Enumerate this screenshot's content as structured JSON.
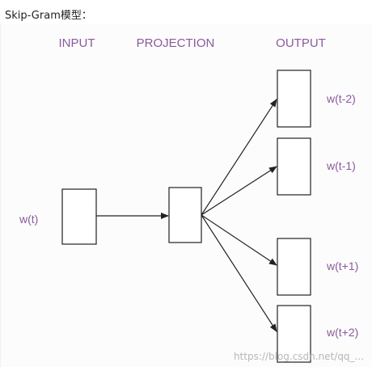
{
  "caption": "Skip-Gram模型：",
  "headers": {
    "input": "INPUT",
    "projection": "PROJECTION",
    "output": "OUTPUT"
  },
  "input_word": "w(t)",
  "output_words": [
    "w(t-2)",
    "w(t-1)",
    "w(t+1)",
    "w(t+2)"
  ],
  "watermark": "https://blog.csdn.net/qq_...",
  "colors": {
    "label": "#8a5a9c",
    "line": "#222222"
  }
}
